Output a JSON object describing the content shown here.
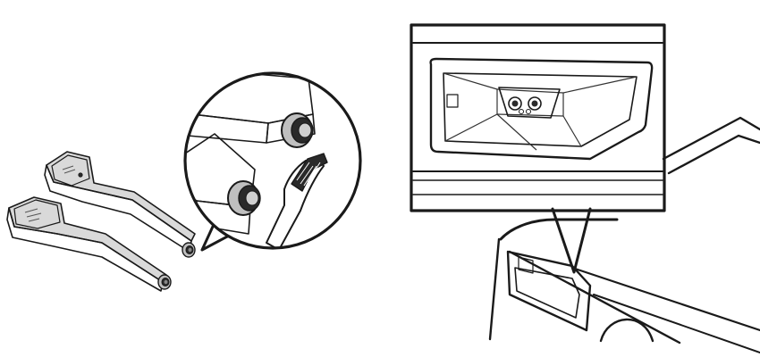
{
  "cartridges": [
    {
      "label_line1": "",
      "label_line2": ""
    },
    {
      "label_line1": "",
      "label_line2": ""
    }
  ],
  "colors": {
    "line": "#1a1a1a",
    "body": "#d9d9d9",
    "shade": "#bfbfbf",
    "background": "#ffffff"
  },
  "icons": [
    "magnifier-callout",
    "toothbrush",
    "speech-callout",
    "appliance-drawer"
  ]
}
